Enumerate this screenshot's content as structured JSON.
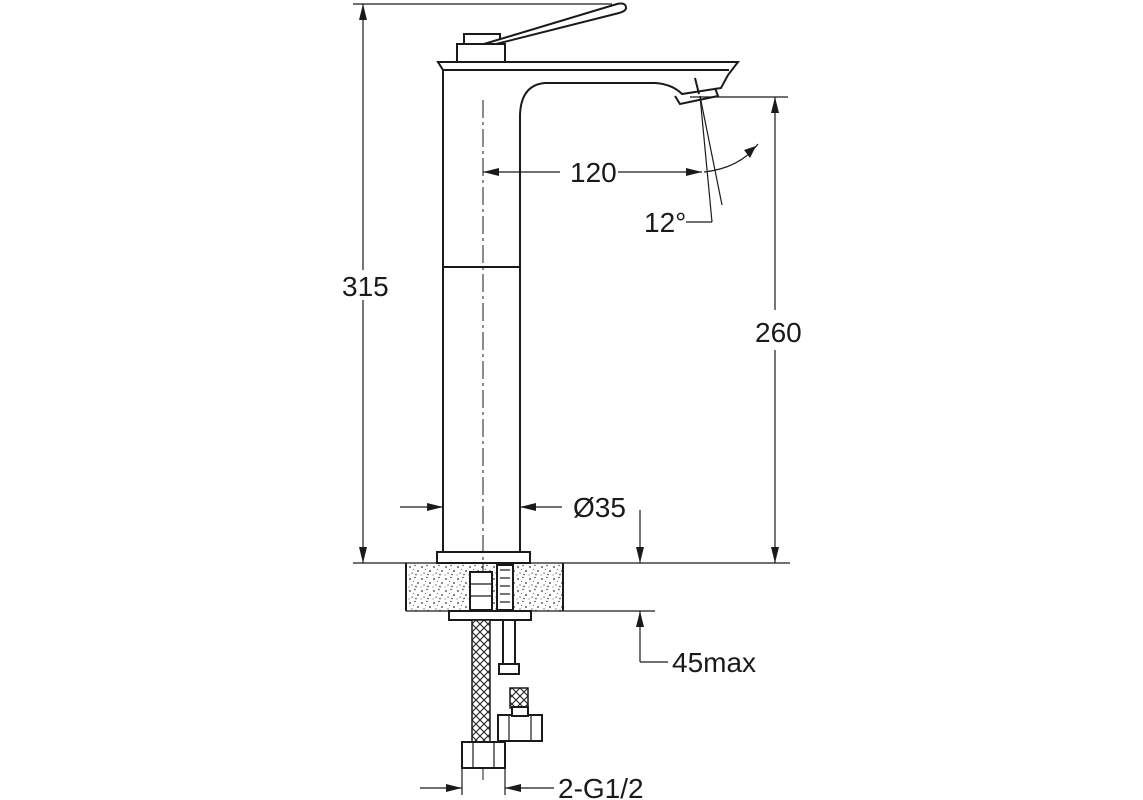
{
  "dimensions": {
    "total_height": "315",
    "spout_reach": "120",
    "spout_height": "260",
    "body_diameter": "Ø35",
    "spout_angle": "12°",
    "max_deck_thickness": "45max",
    "connection": "2-G1/2"
  }
}
